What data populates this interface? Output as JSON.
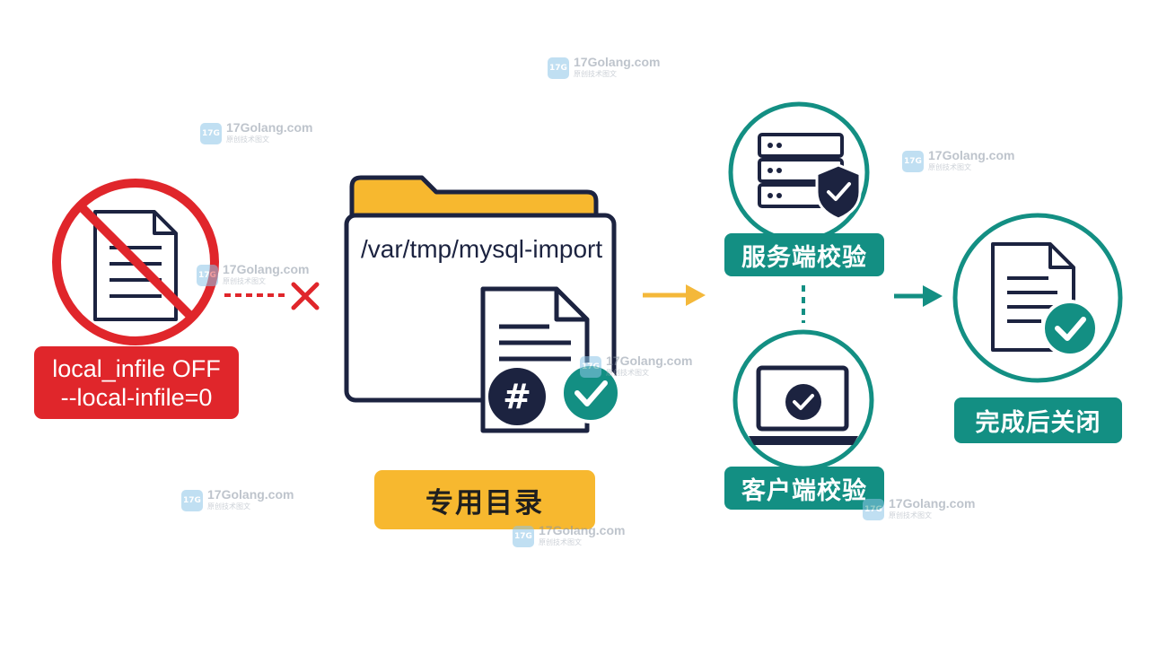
{
  "colors": {
    "danger": "#e0262b",
    "folder_yellow": "#f7b82f",
    "teal": "#138f83",
    "navy": "#1c2340",
    "arrow_yellow": "#f4b83a"
  },
  "disabled_block": {
    "icon": "prohibited-document-icon",
    "line1": "local_infile OFF",
    "line2": "--local-infile=0"
  },
  "folder_block": {
    "path": "/var/tmp/mysql-import",
    "label": "专用目录",
    "icons": [
      "folder-icon",
      "document-icon",
      "hash-icon",
      "check-icon"
    ]
  },
  "server_block": {
    "label": "服务端校验",
    "icon": "server-shield-icon"
  },
  "client_block": {
    "label": "客户端校验",
    "icon": "laptop-check-icon"
  },
  "done_block": {
    "label": "完成后关闭",
    "icon": "document-check-icon"
  },
  "watermark": {
    "brand": "17Golang.com",
    "sub": "原创技术图文",
    "logo": "17G"
  }
}
